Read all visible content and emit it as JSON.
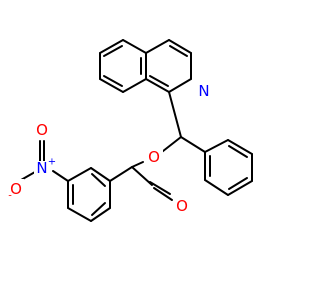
{
  "molecule": {
    "atoms": {
      "n_ring": {
        "text": "N",
        "color": "#0000ff"
      },
      "o_ester": {
        "text": "O",
        "color": "#ff0000"
      },
      "o_carbonyl": {
        "text": "O",
        "color": "#ff0000"
      },
      "n_nitro": {
        "text": "N",
        "color": "#0000ff",
        "charge": "+"
      },
      "o_nitro_double": {
        "text": "O",
        "color": "#ff0000"
      },
      "o_nitro_single": {
        "text": "O",
        "color": "#ff0000",
        "charge": "-"
      }
    }
  }
}
